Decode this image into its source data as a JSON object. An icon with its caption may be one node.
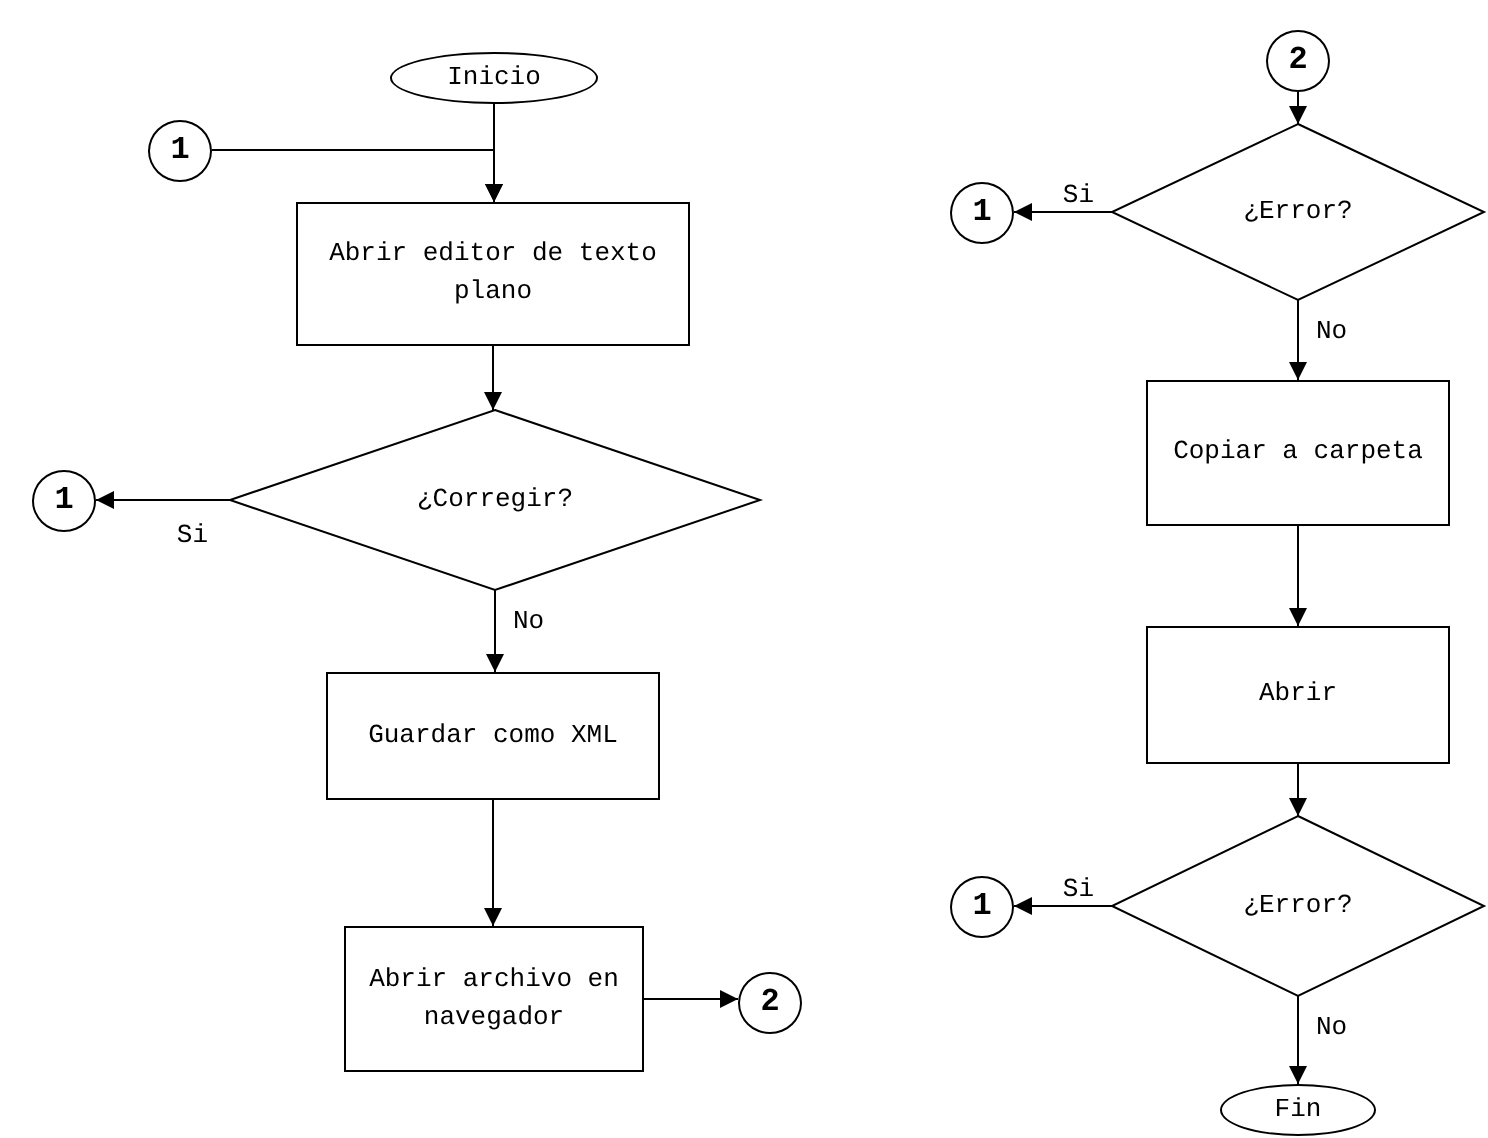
{
  "diagram": {
    "nodes": [
      {
        "text": [
          "Inicio"
        ]
      },
      {
        "text": [
          "1"
        ]
      },
      {
        "text": [
          "Abrir editor de texto plano"
        ]
      },
      {
        "text": [
          "¿Corregir?"
        ]
      },
      {
        "text": [
          "1"
        ]
      },
      {
        "text": [
          "Guardar como XML"
        ]
      },
      {
        "text": [
          "Abrir archivo en navegador"
        ]
      },
      {
        "text": [
          "2"
        ]
      },
      {
        "text": [
          "2"
        ]
      },
      {
        "text": [
          "¿Error?"
        ]
      },
      {
        "text": [
          "1"
        ]
      },
      {
        "text": [
          "Copiar a carpeta"
        ]
      },
      {
        "text": [
          "Abrir"
        ]
      },
      {
        "text": [
          "¿Error?"
        ]
      },
      {
        "text": [
          "1"
        ]
      },
      {
        "text": [
          "Fin"
        ]
      }
    ],
    "edges": [
      {
        "from": 0,
        "to": 2,
        "arrow": "to"
      },
      {
        "from": 1,
        "to": 2,
        "arrow": "to"
      },
      {
        "from": 2,
        "to": 3,
        "arrow": "to"
      },
      {
        "from": 3,
        "to": 4,
        "arrow": "to",
        "label": "Si"
      },
      {
        "from": 3,
        "to": 5,
        "arrow": "to",
        "label": "No"
      },
      {
        "from": 5,
        "to": 6,
        "arrow": "to"
      },
      {
        "from": 6,
        "to": 7,
        "arrow": "to"
      },
      {
        "from": 8,
        "to": 9,
        "arrow": "to"
      },
      {
        "from": 9,
        "to": 10,
        "arrow": "to",
        "label": "Si"
      },
      {
        "from": 9,
        "to": 11,
        "arrow": "to",
        "label": "No"
      },
      {
        "from": 11,
        "to": 12,
        "arrow": "to"
      },
      {
        "from": 12,
        "to": 13,
        "arrow": "to"
      },
      {
        "from": 13,
        "to": 14,
        "arrow": "to",
        "label": "Si"
      },
      {
        "from": 13,
        "to": 15,
        "arrow": "to",
        "label": "No"
      }
    ]
  }
}
